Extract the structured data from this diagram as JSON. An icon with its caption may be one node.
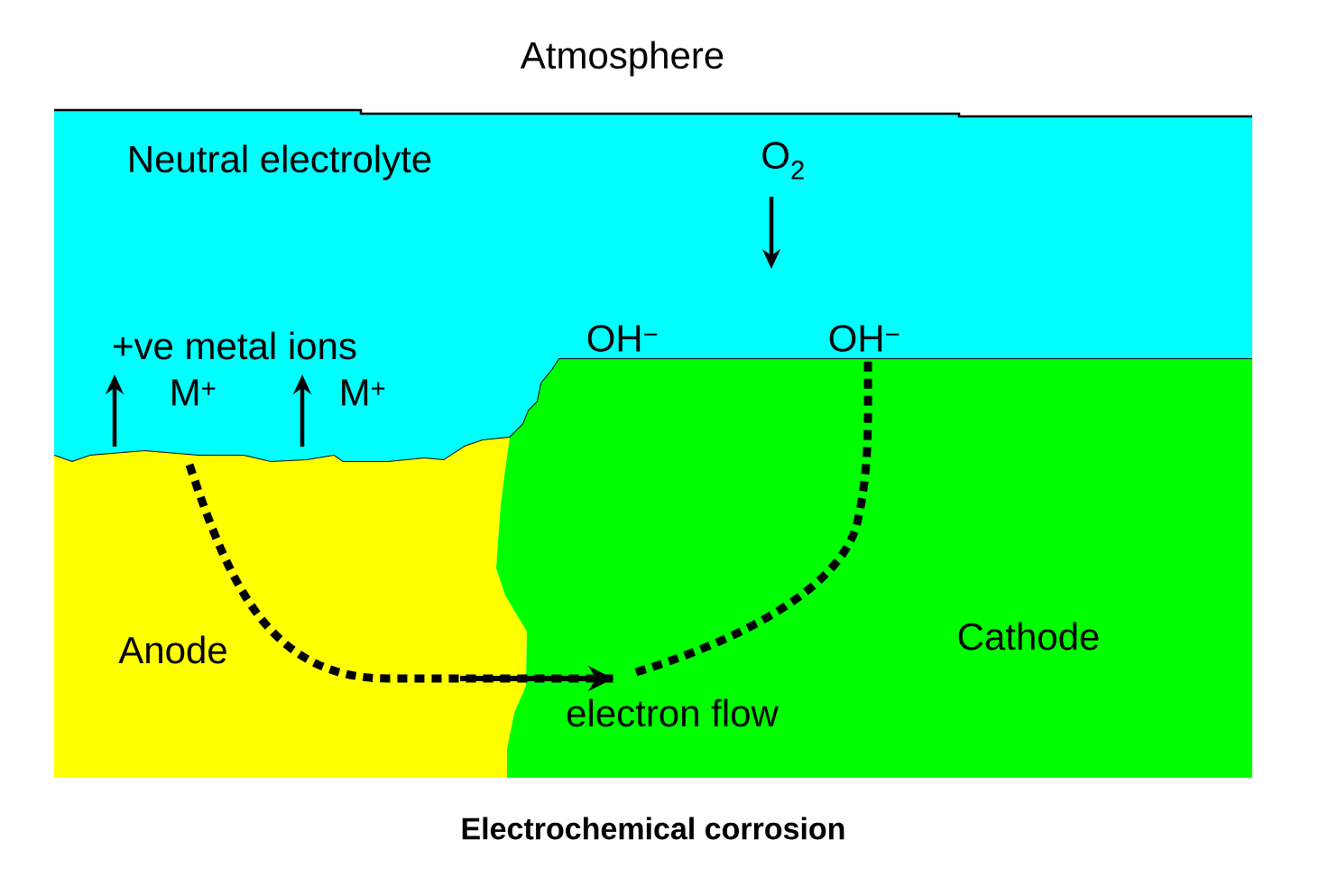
{
  "diagram": {
    "caption": "Electrochemical corrosion",
    "nodes": [
      {
        "text": [
          "Neutral electrolyte"
        ]
      },
      {
        "text": [
          "O$_{2}$"
        ],
        "in": 0
      },
      {
        "text": [
          "OH$^{−}$"
        ],
        "in": 0
      },
      {
        "text": [
          "OH$^{−}$"
        ],
        "in": 0
      },
      {
        "text": [
          "M$^{+}$"
        ],
        "in": 0
      },
      {
        "text": [
          "M$^{+}$"
        ],
        "in": 0
      },
      {
        "text": [
          "Anode"
        ]
      },
      {
        "text": [
          "Cathode"
        ]
      }
    ],
    "edges": [
      {
        "from": 1,
        "to": null,
        "arrow": "to"
      },
      {
        "from": 6,
        "to": 4,
        "arrow": "to"
      },
      {
        "from": 6,
        "to": 5,
        "arrow": "to"
      },
      {
        "from": 6,
        "to": 7,
        "arrow": "to",
        "style": "dashed",
        "label": "electron flow"
      },
      {
        "from": 7,
        "to": 3,
        "arrow": "none",
        "style": "dashed"
      }
    ],
    "labels": [
      "Atmosphere",
      "+ve metal ions"
    ]
  }
}
